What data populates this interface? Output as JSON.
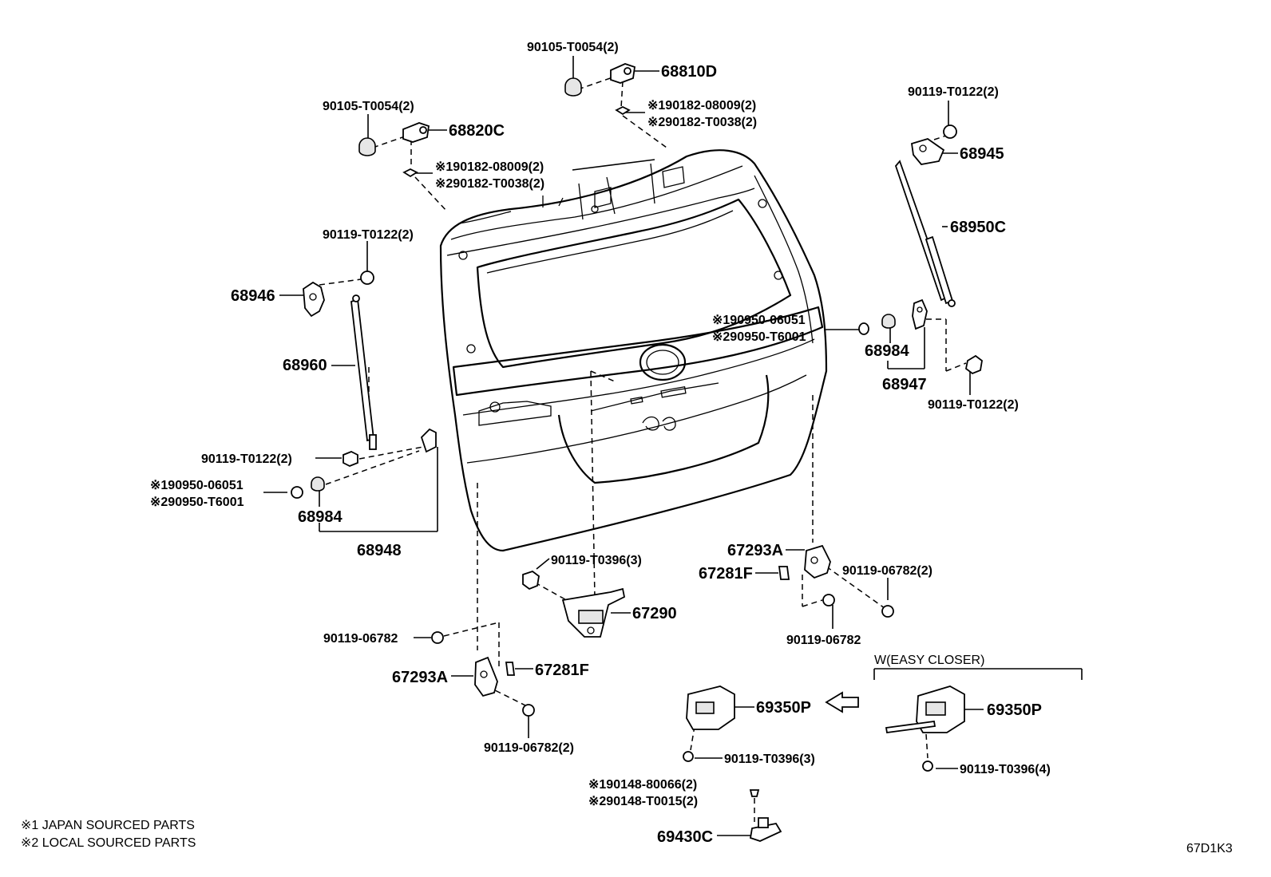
{
  "labels": {
    "p_68810D": "68810D",
    "b_68810D_nut": "90105-T0054(2)",
    "b_68810D_n1": "※190182-08009(2)",
    "b_68810D_n2": "※290182-T0038(2)",
    "p_68820C": "68820C",
    "b_68820C_nut": "90105-T0054(2)",
    "b_68820C_n1": "※190182-08009(2)",
    "b_68820C_n2": "※290182-T0038(2)",
    "b_right_top": "90119-T0122(2)",
    "p_68945": "68945",
    "p_68950C": "68950C",
    "b_left_top": "90119-T0122(2)",
    "p_68946": "68946",
    "p_68960": "68960",
    "b_r_grom1": "※190950-06051",
    "b_r_grom2": "※290950-T6001",
    "p_68984_r": "68984",
    "p_68947": "68947",
    "b_right_low": "90119-T0122(2)",
    "b_left_low": "90119-T0122(2)",
    "b_l_grom1": "※190950-06051",
    "b_l_grom2": "※290950-T6001",
    "p_68984_l": "68984",
    "p_68948": "68948",
    "p_67293A_r": "67293A",
    "p_67281F_r": "67281F",
    "b_r_hinge_bolt": "90119-06782(2)",
    "b_r_hinge_bolt2": "90119-06782",
    "b_latch_bolt": "90119-T0396(3)",
    "p_67290": "67290",
    "b_l_hinge_bolt": "90119-06782",
    "p_67293A_l": "67293A",
    "p_67281F_l": "67281F",
    "b_l_hinge_bolt2": "90119-06782(2)",
    "easy_closer": "W(EASY CLOSER)",
    "p_69350P_a": "69350P",
    "p_69350P_b": "69350P",
    "b_lock_bolt_a": "90119-T0396(3)",
    "b_lock_bolt_b": "90119-T0396(4)",
    "b_scr1": "※190148-80066(2)",
    "b_scr2": "※290148-T0015(2)",
    "p_69430C": "69430C",
    "note1": "※1 JAPAN SOURCED PARTS",
    "note2": "※2 LOCAL SOURCED PARTS",
    "diagram_code": "67D1K3"
  }
}
